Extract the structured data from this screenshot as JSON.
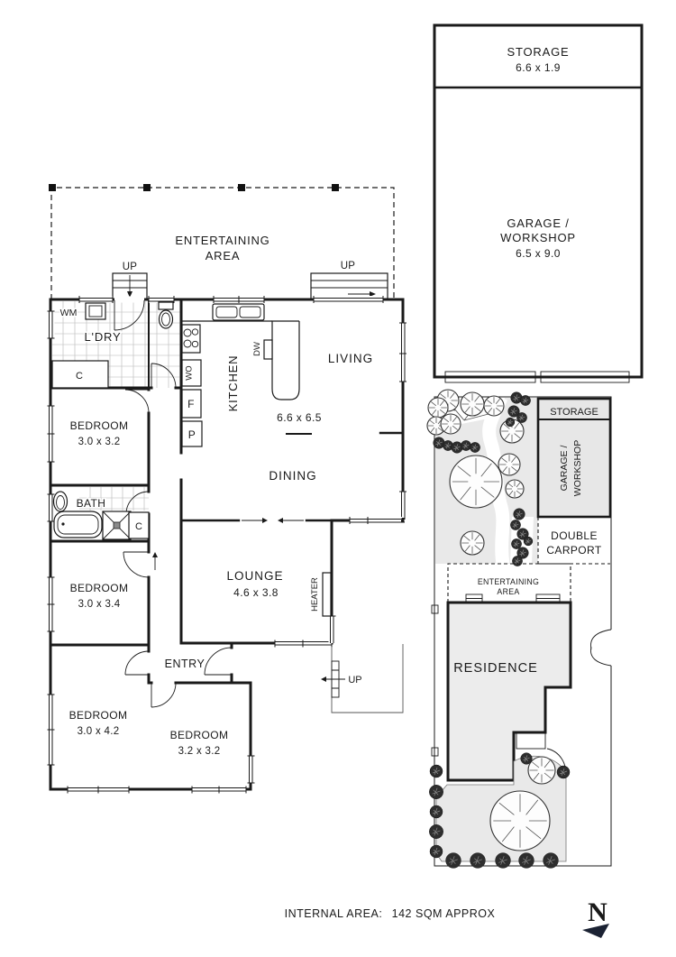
{
  "floorplan": {
    "entertaining": {
      "line1": "ENTERTAINING",
      "line2": "AREA"
    },
    "up_left": "UP",
    "up_right": "UP",
    "up_porch": "UP",
    "laundry": {
      "label": "L'DRY",
      "wm_label": "WM",
      "cupboard": "C"
    },
    "bath": {
      "label": "BATH",
      "cupboard": "C"
    },
    "bedroom1": {
      "label": "BEDROOM",
      "dim": "3.0 x 3.2"
    },
    "bedroom2": {
      "label": "BEDROOM",
      "dim": "3.0 x 3.4"
    },
    "bedroom3": {
      "label": "BEDROOM",
      "dim": "3.0 x 4.2"
    },
    "bedroom4": {
      "label": "BEDROOM",
      "dim": "3.2 x 3.2"
    },
    "kitchen": {
      "label": "KITCHEN",
      "dim": "6.6 x 6.5",
      "dw": "DW",
      "wo": "WO",
      "fridge": "F",
      "pantry": "P"
    },
    "living": "LIVING",
    "dining": "DINING",
    "lounge": {
      "label": "LOUNGE",
      "dim": "4.6 x 3.8"
    },
    "entry": "ENTRY",
    "heater": "HEATER"
  },
  "outbuilding": {
    "storage": {
      "label": "STORAGE",
      "dim": "6.6 x 1.9"
    },
    "garage": {
      "line1": "GARAGE /",
      "line2": "WORKSHOP",
      "dim": "6.5 x 9.0"
    }
  },
  "siteplan": {
    "storage": "STORAGE",
    "garage_line1": "GARAGE /",
    "garage_line2": "WORKSHOP",
    "carport_line1": "DOUBLE",
    "carport_line2": "CARPORT",
    "entertaining_line1": "ENTERTAINING",
    "entertaining_line2": "AREA",
    "residence": "RESIDENCE"
  },
  "footer": {
    "internal_area_label": "INTERNAL AREA:",
    "internal_area_value": "142 SQM APPROX",
    "north": "N"
  },
  "colors": {
    "wall": "#1a1a1a",
    "site_fill": "#e9e9e9",
    "north": "#1b2233"
  }
}
